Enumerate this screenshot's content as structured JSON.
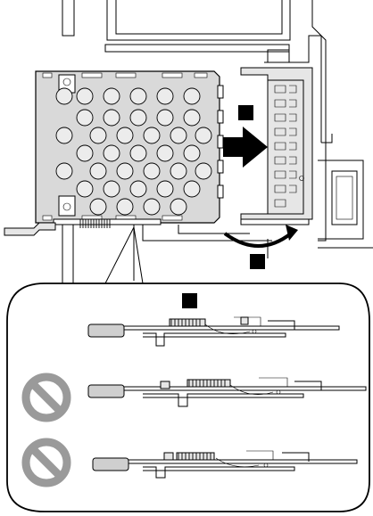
{
  "figure": {
    "step_markers": [
      "",
      "",
      ""
    ],
    "callout_views": [
      {
        "state": "correct",
        "prohibited": false
      },
      {
        "state": "incorrect",
        "prohibited": true
      },
      {
        "state": "incorrect",
        "prohibited": true
      }
    ],
    "colors": {
      "line": "#000000",
      "plate": "#d9d9d9",
      "prohibited": "#9a9a9a",
      "marker": "#000000"
    },
    "icons": [
      "push-arrow-icon",
      "rotate-arrow-icon",
      "prohibited-icon"
    ]
  }
}
